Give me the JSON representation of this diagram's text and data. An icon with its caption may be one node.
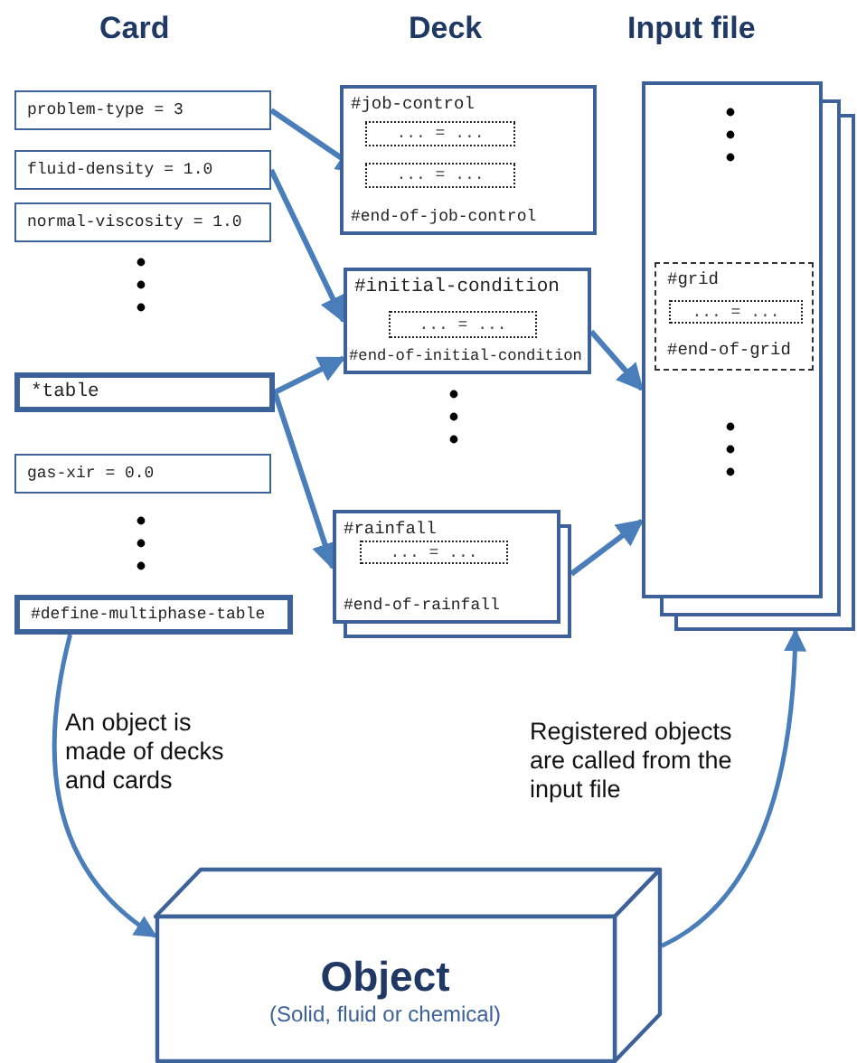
{
  "diagram": {
    "nodes": [
      {
        "text": [
          "problem-type = 3"
        ]
      },
      {
        "text": [
          "fluid-density = 1.0"
        ]
      },
      {
        "text": [
          "normal-viscosity = 1.0"
        ]
      },
      {
        "text": [
          "*table"
        ]
      },
      {
        "text": [
          "gas-xir = 0.0"
        ]
      },
      {
        "text": [
          "#define-multiphase-table"
        ]
      },
      {
        "text": [
          "#job-control",
          "#end-of-job-control"
        ]
      },
      {
        "text": [
          "... = ..."
        ],
        "in": 6
      },
      {
        "text": [
          "... = ..."
        ],
        "in": 6
      },
      {
        "text": [
          "#initial-condition",
          "#end-of-initial-condition"
        ]
      },
      {
        "text": [
          "... = ..."
        ],
        "in": 9
      },
      {
        "text": [
          "#rainfall",
          "#end-of-rainfall"
        ]
      },
      {
        "text": [
          "... = ..."
        ],
        "in": 11
      },
      {
        "text": [
          "Input file"
        ]
      },
      {
        "text": [
          "#grid",
          "#end-of-grid"
        ],
        "in": 13
      },
      {
        "text": [
          "... = ..."
        ],
        "in": 14
      },
      {
        "text": [
          "Object",
          "(Solid, fluid or chemical)"
        ]
      }
    ],
    "edges": [
      {
        "from": 0,
        "to": 8,
        "arrow": "to"
      },
      {
        "from": 1,
        "to": 9,
        "arrow": "to"
      },
      {
        "from": 3,
        "to": 9,
        "arrow": "to"
      },
      {
        "from": 3,
        "to": 11,
        "arrow": "to"
      },
      {
        "from": 9,
        "to": 13,
        "arrow": "to"
      },
      {
        "from": 11,
        "to": 13,
        "arrow": "to"
      },
      {
        "from": 5,
        "to": 16,
        "arrow": "to",
        "label": "An object is made of decks and cards"
      },
      {
        "from": 16,
        "to": 13,
        "arrow": "to",
        "label": "Registered objects are called from the input file"
      }
    ],
    "labels": [
      "Card",
      "Deck"
    ]
  }
}
